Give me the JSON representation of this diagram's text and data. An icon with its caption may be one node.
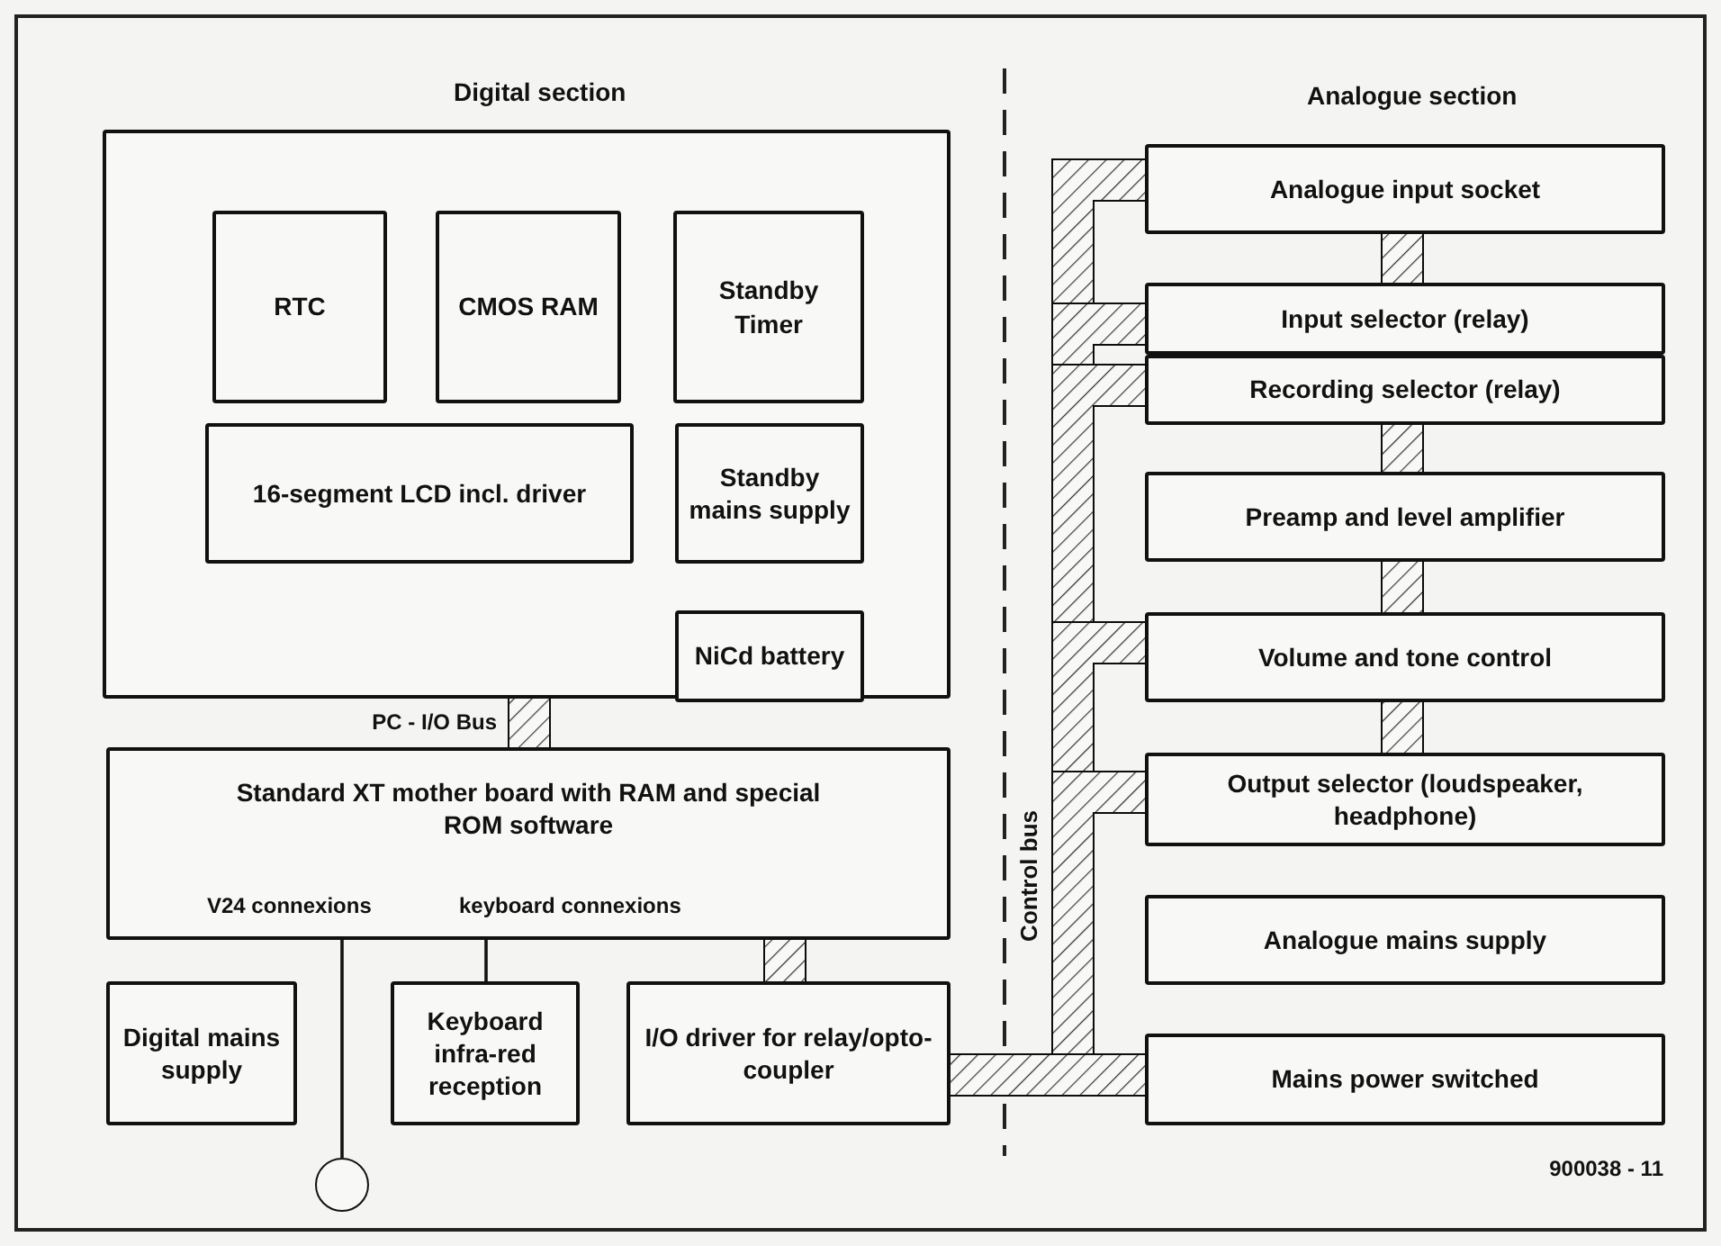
{
  "diagram": {
    "nodes": [
      {
        "text": [],
        "shape": "box"
      },
      {
        "text": [
          "RTC"
        ],
        "in": 0
      },
      {
        "text": [
          "CMOS RAM"
        ],
        "in": 0
      },
      {
        "text": [
          "Standby Timer"
        ],
        "in": 0
      },
      {
        "text": [
          "16-segment LCD incl. driver"
        ],
        "in": 0
      },
      {
        "text": [
          "Standby mains supply"
        ],
        "in": 0
      },
      {
        "text": [
          "NiCd battery"
        ],
        "in": 0
      },
      {
        "text": [
          "Standard XT mother board with RAM and special ROM software",
          "V24 connexions",
          "keyboard connexions"
        ]
      },
      {
        "text": [
          "Digital mains supply"
        ]
      },
      {
        "text": [
          "Keyboard infra-red reception"
        ]
      },
      {
        "text": [
          "I/O driver for relay/opto-coupler"
        ]
      },
      {
        "text": [],
        "shape": "circle"
      },
      {
        "text": [
          "Analogue input socket"
        ]
      },
      {
        "text": [
          "Input selector (relay)"
        ]
      },
      {
        "text": [
          "Recording selector (relay)"
        ]
      },
      {
        "text": [
          "Preamp and level amplifier"
        ]
      },
      {
        "text": [
          "Volume and tone control"
        ]
      },
      {
        "text": [
          "Output selector (loudspeaker, headphone)"
        ]
      },
      {
        "text": [
          "Analogue mains supply"
        ]
      },
      {
        "text": [
          "Mains power switched"
        ]
      }
    ],
    "edges": [
      {
        "from": 0,
        "to": 7,
        "arrow": "none",
        "label": "PC - I/O Bus",
        "style": "thick"
      },
      {
        "from": 7,
        "to": 11,
        "arrow": "none"
      },
      {
        "from": 7,
        "to": 9,
        "arrow": "none"
      },
      {
        "from": 7,
        "to": 10,
        "arrow": "none",
        "style": "thick"
      },
      {
        "from": 12,
        "to": 13,
        "arrow": "none",
        "style": "thick"
      },
      {
        "from": 14,
        "to": 15,
        "arrow": "none",
        "style": "thick"
      },
      {
        "from": 15,
        "to": 16,
        "arrow": "none",
        "style": "thick"
      },
      {
        "from": 16,
        "to": 17,
        "arrow": "none",
        "style": "thick"
      },
      {
        "from": 10,
        "to": 12,
        "arrow": "none",
        "style": "thick"
      },
      {
        "from": 10,
        "to": 13,
        "arrow": "none",
        "style": "thick"
      },
      {
        "from": 10,
        "to": 14,
        "arrow": "none",
        "style": "thick"
      },
      {
        "from": 10,
        "to": 16,
        "arrow": "none",
        "style": "thick"
      },
      {
        "from": 10,
        "to": 17,
        "arrow": "none",
        "style": "thick"
      },
      {
        "from": 10,
        "to": 19,
        "arrow": "none",
        "style": "thick"
      }
    ],
    "labels": [
      "Digital section",
      "Analogue section",
      "Control bus",
      "900038 - 11"
    ]
  }
}
